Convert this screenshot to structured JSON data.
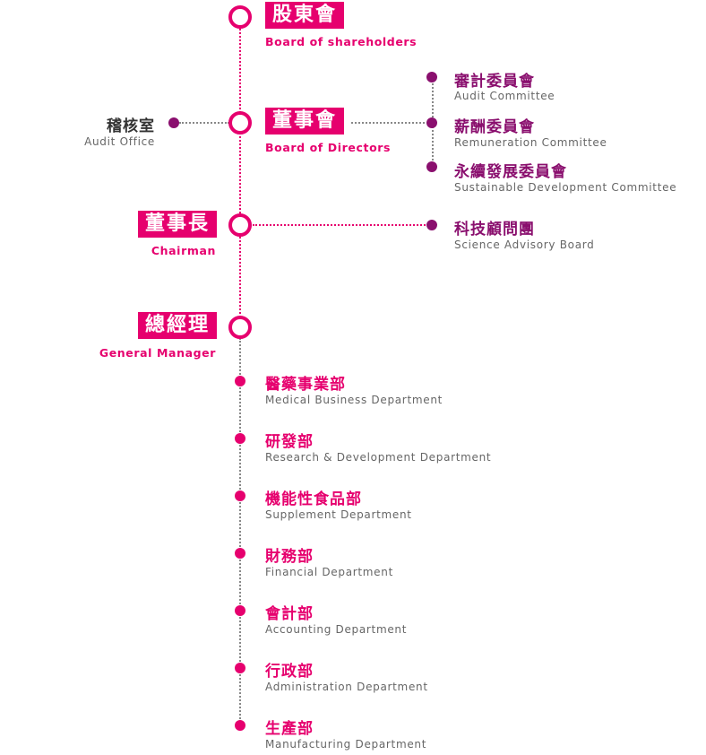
{
  "colors": {
    "accent": "#e6006e",
    "committee": "#8a0f6e",
    "dept": "#e6006e"
  },
  "shareholders": {
    "zh": "股東會",
    "en": "Board of shareholders"
  },
  "directors": {
    "zh": "董事會",
    "en": "Board of Directors"
  },
  "audit_office": {
    "zh": "稽核室",
    "en": "Audit Office"
  },
  "committees": [
    {
      "zh": "審計委員會",
      "en": "Audit Committee"
    },
    {
      "zh": "薪酬委員會",
      "en": "Remuneration Committee"
    },
    {
      "zh": "永續發展委員會",
      "en": "Sustainable Development Committee"
    }
  ],
  "chairman": {
    "zh": "董事長",
    "en": "Chairman"
  },
  "science_board": {
    "zh": "科技顧問團",
    "en": "Science Advisory Board"
  },
  "general_manager": {
    "zh": "總經理",
    "en": "General Manager"
  },
  "departments": [
    {
      "zh": "醫藥事業部",
      "en": "Medical Business Department"
    },
    {
      "zh": "研發部",
      "en": "Research & Development Department"
    },
    {
      "zh": "機能性食品部",
      "en": "Supplement Department"
    },
    {
      "zh": "財務部",
      "en": "Financial Department"
    },
    {
      "zh": "會計部",
      "en": "Accounting Department"
    },
    {
      "zh": "行政部",
      "en": "Administration Department"
    },
    {
      "zh": "生產部",
      "en": "Manufacturing Department"
    }
  ]
}
